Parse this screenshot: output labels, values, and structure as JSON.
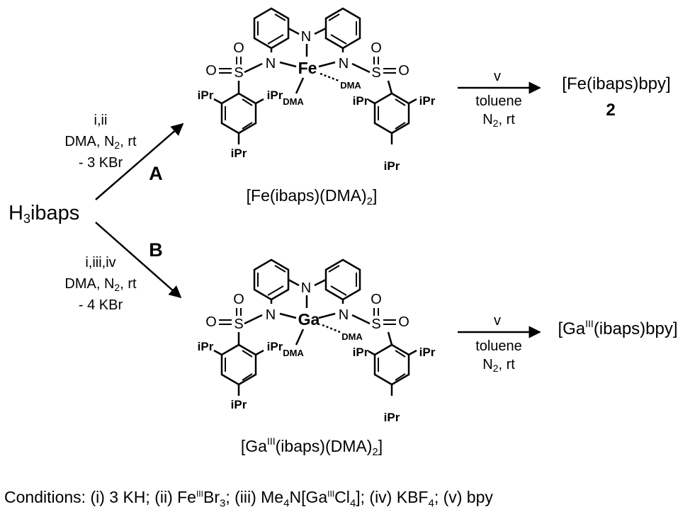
{
  "start": {
    "main": "H",
    "sub": "3",
    "rest": "ibaps"
  },
  "route_a": {
    "label": "A",
    "cond1": "i,ii",
    "cond2_a": "DMA, N",
    "cond2_sub": "2",
    "cond2_b": ", rt",
    "cond3": "- 3 KBr"
  },
  "route_b": {
    "label": "B",
    "cond1": "i,iii,iv",
    "cond2_a": "DMA, N",
    "cond2_sub": "2",
    "cond2_b": ", rt",
    "cond3": "- 4 KBr"
  },
  "fe_complex": {
    "metal": "Fe",
    "caption_a": "[Fe(ibaps)(DMA)",
    "caption_sub": "2",
    "caption_b": "]"
  },
  "ga_complex": {
    "metal": "Ga",
    "caption_a": "[Ga",
    "caption_sup": "III",
    "caption_b": "(ibaps)(DMA)",
    "caption_sub": "2",
    "caption_c": "]"
  },
  "structure_labels": {
    "n": "N",
    "s": "S",
    "o": "O",
    "dma": "DMA",
    "ipr": "iPr"
  },
  "step_fe": {
    "reagent": "v",
    "solvent": "toluene",
    "atm_a": "N",
    "atm_sub": "2",
    "atm_b": ", rt",
    "product": "[Fe(ibaps)bpy]",
    "product_num": "2"
  },
  "step_ga": {
    "reagent": "v",
    "solvent": "toluene",
    "atm_a": "N",
    "atm_sub": "2",
    "atm_b": ", rt",
    "product_a": "[Ga",
    "product_sup": "III",
    "product_b": "(ibaps)bpy]"
  },
  "conditions": {
    "p1": "Conditions: (i) 3 KH; (ii) Fe",
    "s1": "III",
    "p2": "Br",
    "s2": "3",
    "p3": "; (iii) Me",
    "s3": "4",
    "p4": "N[Ga",
    "s4": "III",
    "p5": "Cl",
    "s5": "4",
    "p6": "]; (iv) KBF",
    "s6": "4",
    "p7": "; (v) bpy"
  }
}
